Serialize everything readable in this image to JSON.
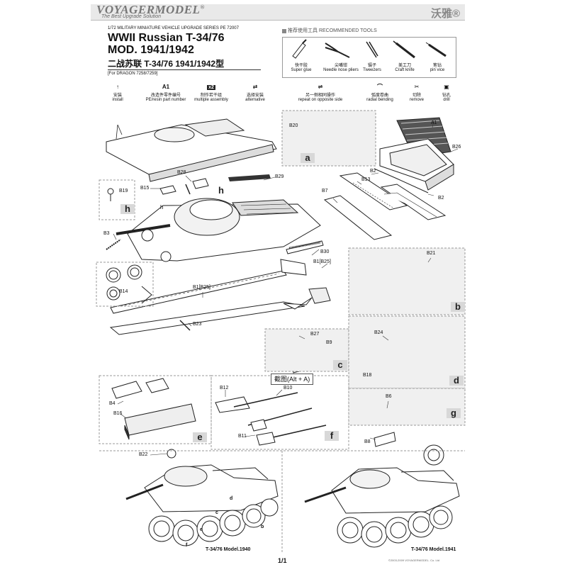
{
  "brand": {
    "name": "VOYAGERMODEL",
    "registered": "®",
    "tagline": "The Best Upgrade Solution",
    "cn_logo": "沃雅®"
  },
  "header": {
    "series": "1/72 MILITARY MINIATURE VEHICLE  UPGRADE SERIES PE 72007",
    "title1": "WWII Russian T-34/76",
    "title2": "MOD. 1941/1942",
    "title3": "二战苏联  T-34/76 1941/1942型",
    "for": "[For DRAGON 7258/7259]"
  },
  "tools": {
    "title": "推荐使用工具 RECOMMENDED TOOLS",
    "items": [
      {
        "cn": "快干胶",
        "en": "Super glue",
        "icon": "glue-tube-icon"
      },
      {
        "cn": "尖嘴钳",
        "en": "Needle nose pliers",
        "icon": "pliers-icon"
      },
      {
        "cn": "镊子",
        "en": "Tweezers",
        "icon": "tweezers-icon"
      },
      {
        "cn": "美工刀",
        "en": "Craft knife",
        "icon": "knife-icon"
      },
      {
        "cn": "笔钻",
        "en": "pin vice",
        "icon": "pin-vice-icon"
      }
    ]
  },
  "legend": [
    {
      "code": "",
      "cn": "安装",
      "en": "install",
      "icon": "install-arrow-icon"
    },
    {
      "code": "A1",
      "cn": "改造件零件编号",
      "en": "PE/resin part number",
      "icon": ""
    },
    {
      "code": "x2",
      "cn": "制作若干组",
      "en": "multiple assembly",
      "icon": "multiply-icon"
    },
    {
      "code": "",
      "cn": "选择安装",
      "en": "alternative",
      "icon": "alternative-icon"
    },
    {
      "code": "",
      "cn": "另一侧相同操作",
      "en": "repeat on opposite side",
      "icon": "repeat-icon"
    },
    {
      "code": "",
      "cn": "弧度卷曲",
      "en": "radial bending",
      "icon": "bend-icon"
    },
    {
      "code": "",
      "cn": "切除",
      "en": "remove",
      "icon": "cut-icon"
    },
    {
      "code": "",
      "cn": "钻孔",
      "en": "drill",
      "icon": "drill-icon"
    }
  ],
  "parts": {
    "B20": "B20",
    "A1": "A1",
    "B26": "B26",
    "B2a": "B2",
    "B2b": "B2",
    "B13": "B13",
    "B7": "B7",
    "B28": "B28",
    "B15": "B15",
    "B29": "B29",
    "B19": "B19",
    "B3": "B3",
    "B30": "B30",
    "B14": "B14",
    "B1B25a": "B1[B25]",
    "B1B25b": "B1[B25]",
    "B23": "B23",
    "B21": "B21",
    "B27": "B27",
    "B9": "B9",
    "B24": "B24",
    "B18": "B18",
    "B4": "B4",
    "B16": "B16",
    "B12": "B12",
    "B10": "B10",
    "B11": "B11",
    "B6": "B6",
    "B8": "B8",
    "B22": "B22",
    "h": "h"
  },
  "tags": {
    "a": "a",
    "b": "b",
    "c": "c",
    "d": "d",
    "e": "e",
    "f": "f",
    "g": "g",
    "h1": "h",
    "h2": "h"
  },
  "wheel_letters": {
    "e": "e",
    "c": "c",
    "b": "b",
    "f": "f",
    "d": "d"
  },
  "overlay_chip": "截图(Alt + A)",
  "captions": {
    "left": "T-34/76 Model.1940",
    "right": "T-34/76 Model.1941"
  },
  "page": "1/1",
  "copyright": "©2003-2009 VOYAGERMODEL. Co. Ltd"
}
